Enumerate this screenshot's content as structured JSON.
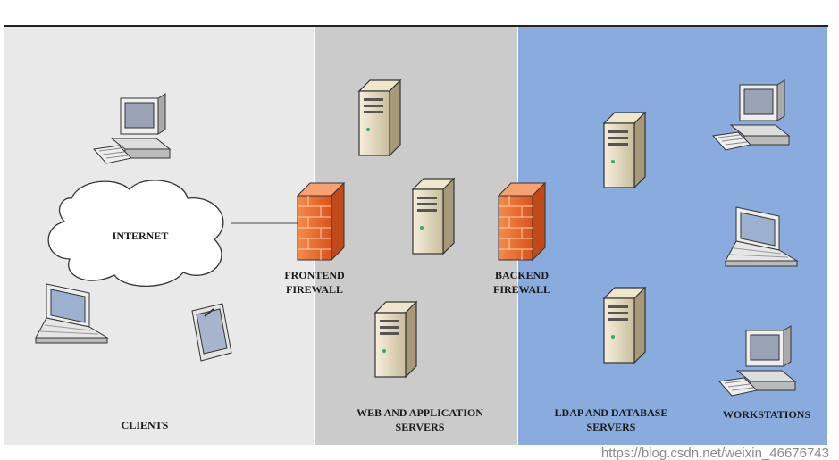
{
  "colors": {
    "clients_zone": "#e9e9e9",
    "servers_zone": "#cbcbcb",
    "internal_zone": "#8aabdd",
    "firewall": "#f07a3a"
  },
  "zones": {
    "clients": {
      "label": "CLIENTS"
    },
    "servers": {
      "label_line1": "WEB AND APPLICATION",
      "label_line2": "SERVERS"
    },
    "ldap": {
      "label_line1": "LDAP AND DATABASE",
      "label_line2": "SERVERS"
    },
    "workstations": {
      "label": "WORKSTATIONS"
    }
  },
  "internet": {
    "label": "INTERNET"
  },
  "frontend_firewall": {
    "line1": "FRONTEND",
    "line2": "FIREWALL"
  },
  "backend_firewall": {
    "line1": "BACKEND",
    "line2": "FIREWALL"
  },
  "watermark": "https://blog.csdn.net/weixin_46676743"
}
